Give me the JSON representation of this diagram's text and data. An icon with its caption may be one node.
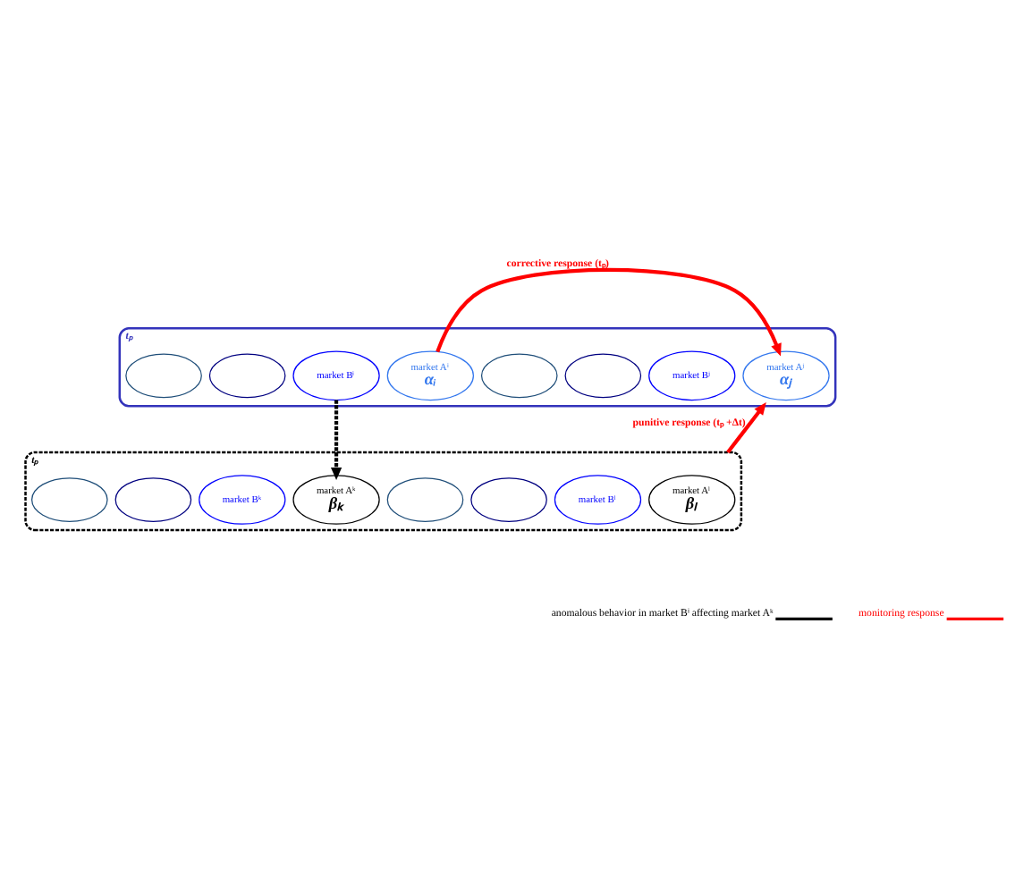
{
  "diagram": {
    "nodes": [
      {
        "text": [
          "tₚ"
        ]
      },
      {
        "text": [],
        "shape": "ellipse",
        "in": 0
      },
      {
        "text": [],
        "shape": "ellipse",
        "in": 0
      },
      {
        "text": [
          "market Bⁱ"
        ],
        "in": 0
      },
      {
        "text": [
          "market Aⁱ",
          "αᵢ"
        ],
        "in": 0
      },
      {
        "text": [],
        "shape": "ellipse",
        "in": 0
      },
      {
        "text": [],
        "shape": "ellipse",
        "in": 0
      },
      {
        "text": [
          "market Bʲ"
        ],
        "in": 0
      },
      {
        "text": [
          "market Aʲ",
          "αⱼ"
        ],
        "in": 0
      },
      {
        "text": [
          "tₚ"
        ]
      },
      {
        "text": [],
        "shape": "ellipse",
        "in": 9
      },
      {
        "text": [],
        "shape": "ellipse",
        "in": 9
      },
      {
        "text": [
          "market Bᵏ"
        ],
        "in": 9
      },
      {
        "text": [
          "market Aᵏ",
          "βₖ"
        ],
        "in": 9
      },
      {
        "text": [],
        "shape": "ellipse",
        "in": 9
      },
      {
        "text": [],
        "shape": "ellipse",
        "in": 9
      },
      {
        "text": [
          "market Bˡ"
        ],
        "in": 9
      },
      {
        "text": [
          "market Aˡ",
          "βₗ"
        ],
        "in": 9
      }
    ],
    "edges": [
      {
        "from": 3,
        "to": 13,
        "arrow": "to",
        "style": "dashed",
        "color": "#000000"
      },
      {
        "from": 4,
        "to": 8,
        "arrow": "to",
        "label": "corrective response (tₚ)",
        "color": "#ff0000"
      },
      {
        "from": 9,
        "to": 0,
        "arrow": "to",
        "label": "punitive response (tₚ +Δt)",
        "color": "#ff0000"
      }
    ],
    "legend": [
      {
        "text": "anomalous behavior in market Bⁱ affecting market Aᵏ"
      },
      {
        "text": "monitoring response"
      }
    ]
  }
}
